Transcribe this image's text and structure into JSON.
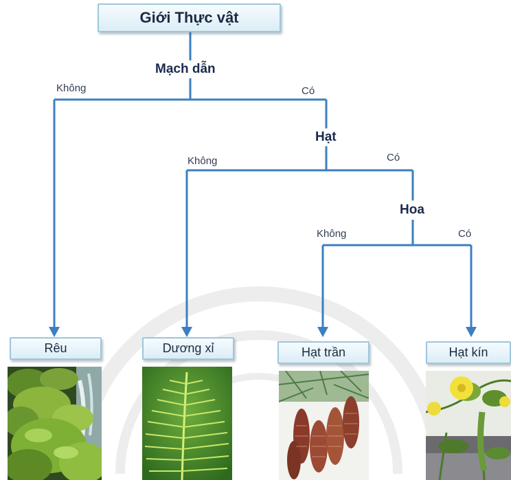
{
  "diagram": {
    "root": "Giới Thực vật",
    "nodes": {
      "vascular": "Mạch dẫn",
      "seed": "Hạt",
      "flower": "Hoa"
    },
    "branches": {
      "vascular_no": "Không",
      "vascular_yes": "Có",
      "seed_no": "Không",
      "seed_yes": "Có",
      "flower_no": "Không",
      "flower_yes": "Có"
    },
    "leaves": [
      "Rêu",
      "Dương xỉ",
      "Hạt trần",
      "Hạt kín"
    ]
  },
  "colors": {
    "line": "#3b7fc2",
    "box_border": "#9ec6da",
    "box_fill": "#dcedf6",
    "text": "#1c2b44",
    "watermark": "#e9e9e9"
  }
}
